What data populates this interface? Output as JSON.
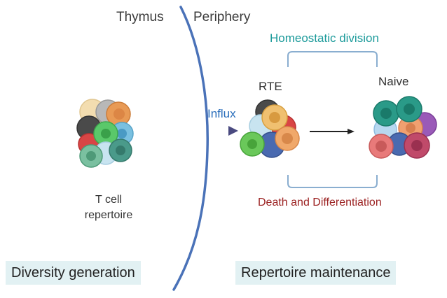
{
  "labels": {
    "thymus": "Thymus",
    "periphery": "Periphery",
    "homeostatic_division": "Homeostatic division",
    "rte": "RTE",
    "naive": "Naive",
    "influx": "Influx",
    "death_and_differentiation": "Death and Differentiation",
    "t_cell_repertoire_line1": "T cell",
    "t_cell_repertoire_line2": "repertoire",
    "diversity_generation": "Diversity generation",
    "repertoire_maintenance": "Repertoire maintenance"
  },
  "colors": {
    "divider_line": "#4a72b8",
    "bracket": "#8aaed0",
    "influx_arrow": "#4a4a80",
    "text_teal": "#1b9a9a",
    "text_blue": "#2a6ebb",
    "text_red": "#9c2323",
    "box_bg": "#e2f1f3"
  },
  "icons": {
    "t_cell_cluster": "cell-cluster-icon",
    "rte_cluster": "cell-cluster-icon",
    "naive_cluster": "cell-cluster-icon"
  }
}
